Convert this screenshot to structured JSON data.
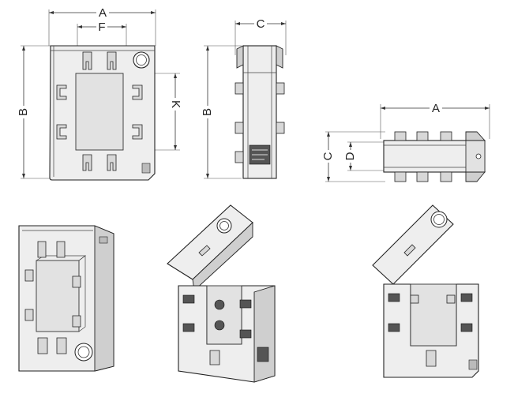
{
  "dimension_labels": {
    "A": "A",
    "B": "B",
    "C": "C",
    "D": "D",
    "F": "F",
    "K": "K"
  },
  "colors": {
    "line": "#222222",
    "body_fill": "#eeeeee",
    "window_fill": "#e2e2e2",
    "terminal_fill": "#555555"
  }
}
